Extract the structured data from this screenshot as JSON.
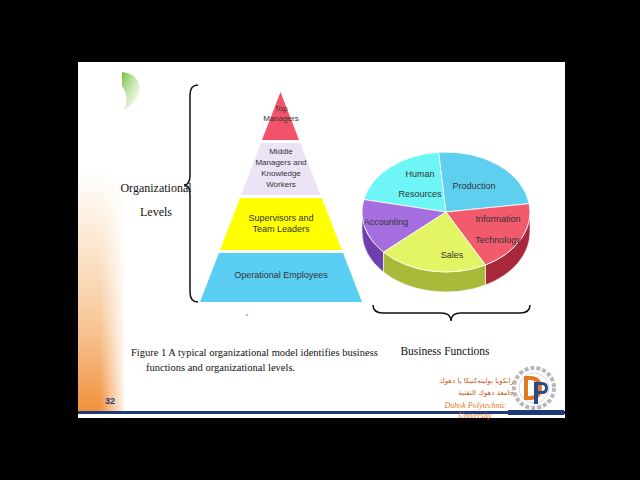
{
  "diagram": {
    "caption": "Figure 1 A typical organizational model identifies business functions and organizational levels.",
    "nodes": [
      {
        "text": [
          "Top Managers"
        ]
      },
      {
        "text": [
          "Middle Managers and Knowledge Workers"
        ]
      },
      {
        "text": [
          "Supervisors and Team Leaders"
        ]
      },
      {
        "text": [
          "Operational Employees"
        ]
      },
      {
        "text": [
          "Human Resources"
        ]
      },
      {
        "text": [
          "Production"
        ]
      },
      {
        "text": [
          "Information Technology"
        ]
      },
      {
        "text": [
          "Accounting"
        ]
      },
      {
        "text": [
          "Sales"
        ]
      }
    ],
    "labels": [
      "Organizational Levels",
      "Business Functions",
      "32",
      "زانكويا پولیتەكنیكا یا دهوك",
      "جامعة دهوك التقنية",
      "Duhok Polytechnic University"
    ]
  }
}
